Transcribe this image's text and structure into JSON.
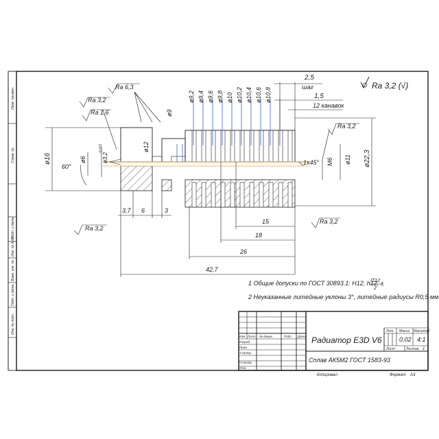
{
  "side_stamps": [
    "Перв. примен.",
    "Справ. №",
    "Подп. и дата",
    "Инв. № дубл.",
    "Взам. инв. №",
    "Подп. и дата",
    "Инв. № подл."
  ],
  "roughness": {
    "general": "Ra 3,2 (√)",
    "ra63": "Ra 6,3",
    "ra32a": "Ra 3,2",
    "ra16": "Ra 1,6",
    "ra32b": "Ra 3,2",
    "ra32c": "Ra 3,2",
    "ra32d": "Ra 3,2"
  },
  "dims_top": {
    "fin_diameters": [
      "ø9,2",
      "ø9,4",
      "ø9,6",
      "ø9,8",
      "ø10",
      "ø10,2",
      "ø10,4",
      "ø10,6",
      "ø10,8"
    ],
    "d9": "ø9",
    "step": "2,5",
    "step_label": "шаг",
    "groove_w": "1,5",
    "grooves": "12 канавок"
  },
  "dims_left": {
    "d16": "ø16",
    "d6": "ø6",
    "d32": "ø3,2",
    "tol": "-0,012",
    "d12": "ø12",
    "angle": "60°"
  },
  "dims_right": {
    "chamfer": "1х45°",
    "m6": "М6",
    "d11": "ø11",
    "d223": "ø22,3"
  },
  "dims_bottom": {
    "d37": "3,7",
    "d6": "6",
    "d3": "3",
    "d15": "15",
    "d18": "18",
    "d26": "26",
    "d427": "42,7"
  },
  "notes": [
    "1  Общие допуски по ГОСТ 30893.1: Н12, h12, ±",
    "2  Неуказанные литейные уклоны 3°, литейные радиусы R0,5 мм."
  ],
  "note_frac": {
    "num": "IT12",
    "den": "2"
  },
  "title_block": {
    "title": "Радиатор Е3D V6",
    "material": "Сплав АК5М2 ГОСТ 1583-93",
    "col_izm": "Изм",
    "col_list": "Лист",
    "col_ndoc": "№ докум.",
    "col_podp": "Подп.",
    "col_data": "Дата",
    "row_razrab": "Разраб.",
    "row_prov": "Пров.",
    "row_tkontr": "Т.контр.",
    "row_nkontr": "Н.контр.",
    "row_utv": "Утв.",
    "hdr_lit": "Лит.",
    "hdr_massa": "Масса",
    "hdr_masshtab": "Масштаб",
    "massa": "0,02",
    "masshtab": "4:1",
    "list_label": "Лист",
    "listov_label": "Листов",
    "listov": "1",
    "copied": "Копировал",
    "format": "Формат",
    "format_val": "А3"
  }
}
